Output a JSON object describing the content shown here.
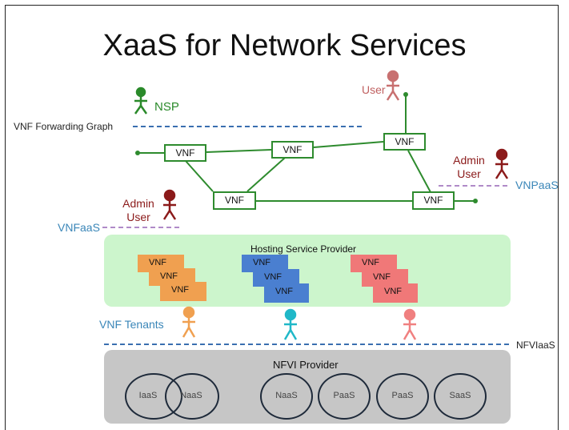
{
  "title": "XaaS for Network Services",
  "roles": {
    "nsp": "NSP",
    "user": "User",
    "admin_user_right": [
      "Admin",
      "User"
    ],
    "admin_user_left": [
      "Admin",
      "User"
    ]
  },
  "layers": {
    "vnf_forwarding_graph": "VNF Forwarding Graph",
    "vnfpaas": "VNPaaS",
    "vnfaas": "VNFaaS",
    "vnf_tenants": "VNF Tenants",
    "nfviaas": "NFVIaaS"
  },
  "graph_nodes": [
    "VNF",
    "VNF",
    "VNF",
    "VNF",
    "VNF"
  ],
  "hosting": {
    "title": "Hosting Service Provider",
    "stacks": [
      {
        "color": "#f0a050",
        "cards": [
          "VNF",
          "VNF",
          "VNF"
        ]
      },
      {
        "color": "#4a7fd0",
        "cards": [
          "VNF",
          "VNF",
          "VNF"
        ]
      },
      {
        "color": "#f07878",
        "cards": [
          "VNF",
          "VNF",
          "VNF"
        ]
      }
    ]
  },
  "nfvi": {
    "title": "NFVI Provider",
    "services": [
      "IaaS",
      "NaaS",
      "NaaS",
      "PaaS",
      "PaaS",
      "SaaS"
    ]
  },
  "colors": {
    "graph_green": "#2e8b2e",
    "dashed_blue": "#3a6fb0",
    "dashed_purple": "#b08ac8",
    "hosting_bg": "#ccf5cc",
    "nfvi_bg": "#c6c6c6",
    "nsp_figure": "#2a8a2a",
    "user_figure": "#c87070",
    "admin_figure": "#8b1a1a",
    "tenant_orange": "#f0a050",
    "tenant_cyan": "#20b8c8",
    "tenant_pink": "#f08080"
  }
}
